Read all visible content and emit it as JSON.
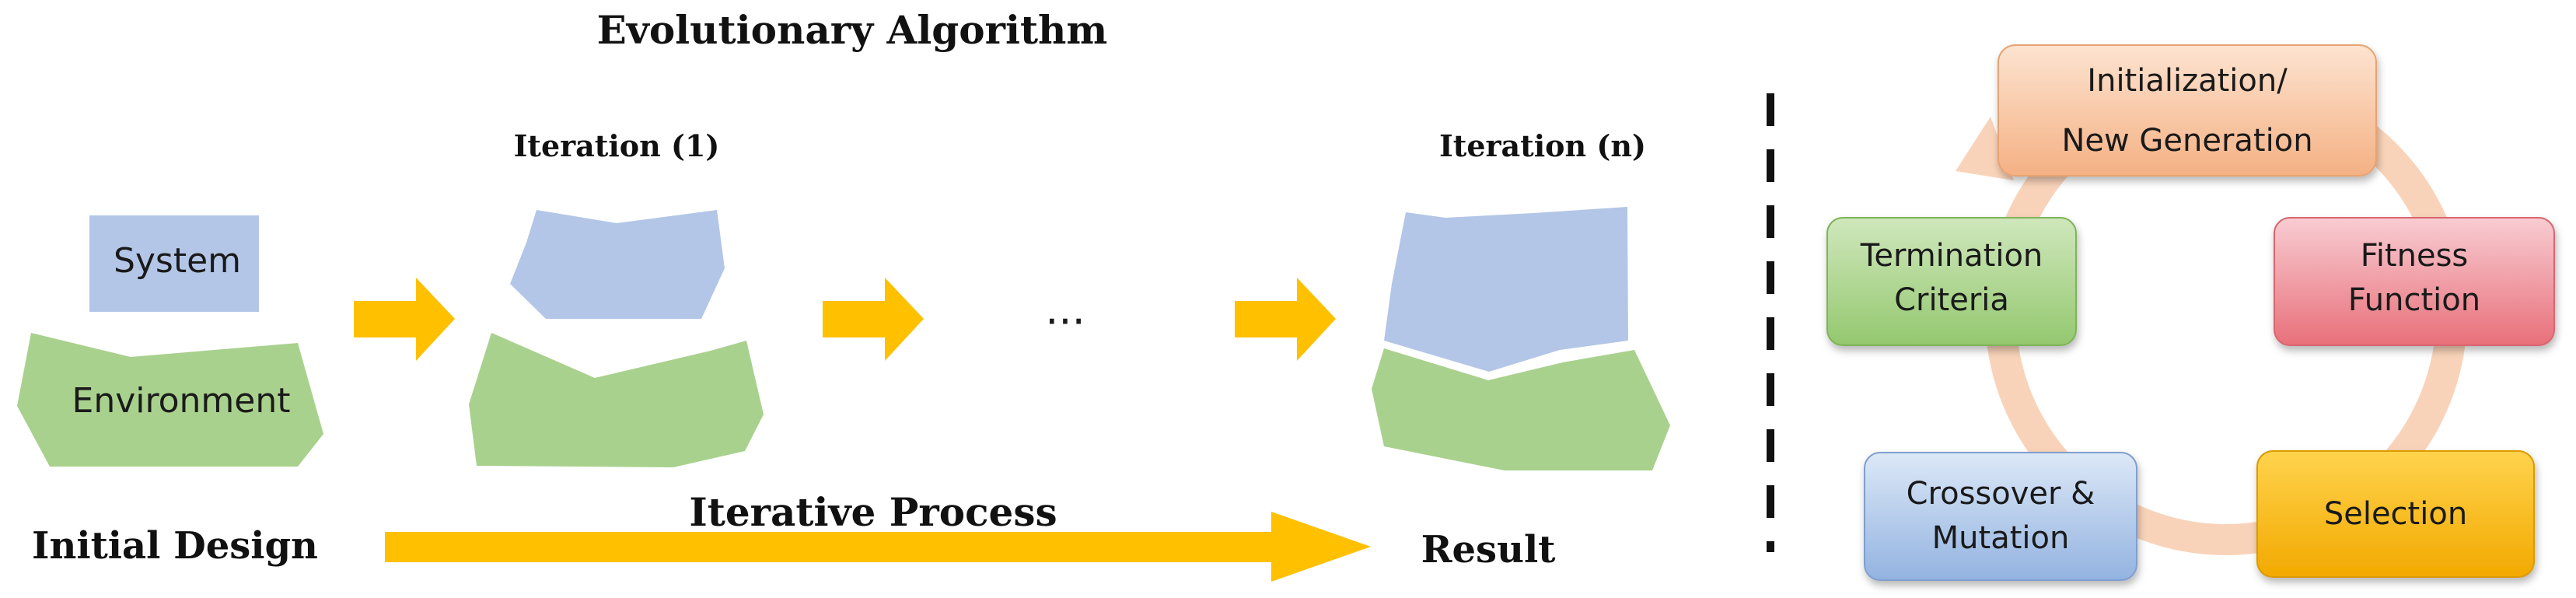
{
  "title": "Evolutionary Algorithm",
  "iteration_first_label": "Iteration (1)",
  "iteration_last_label": "Iteration (n)",
  "system_label": "System",
  "environment_label": "Environment",
  "ellipsis": "···",
  "initial_design_label": "Initial Design",
  "iterative_process_label": "Iterative Process",
  "result_label": "Result",
  "cycle": {
    "initialization": {
      "line1": "Initialization/",
      "line2": "New Generation"
    },
    "fitness": {
      "line1": "Fitness",
      "line2": "Function"
    },
    "selection": {
      "line1": "Selection"
    },
    "crossover": {
      "line1": "Crossover &",
      "line2": "Mutation"
    },
    "termination": {
      "line1": "Termination",
      "line2": "Criteria"
    }
  },
  "colors": {
    "system_blue": "#b3c6e7",
    "environment_green": "#a9d18e",
    "arrow_orange": "#ffc000",
    "cycle_ring": "#f8cbad"
  }
}
